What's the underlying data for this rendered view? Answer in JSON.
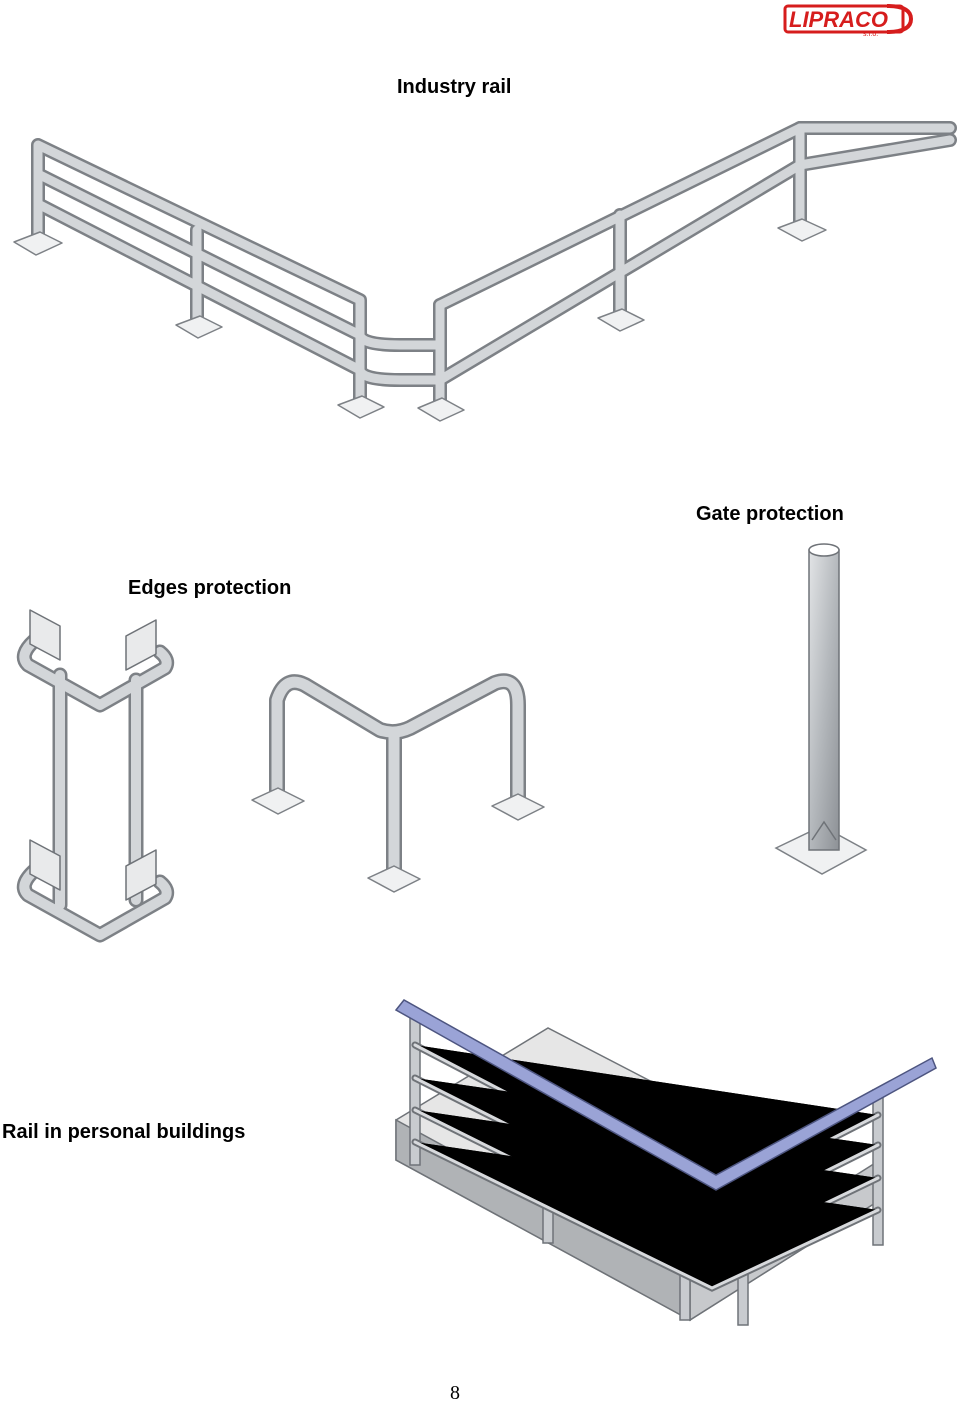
{
  "header": {
    "logo": {
      "text": "LIPRACO",
      "subtext": "s.r.o.",
      "color": "#d61d1d"
    }
  },
  "sections": {
    "industry_rail": {
      "title": "Industry rail"
    },
    "gate_protection": {
      "title": "Gate protection"
    },
    "edges_protection": {
      "title": "Edges protection"
    },
    "rail_personal_buildings": {
      "title": "Rail in personal buildings"
    }
  },
  "footer": {
    "page_number": "8"
  },
  "colors": {
    "steel": "#b9bdc1",
    "steel_dark": "#6f7378",
    "handrail": "#9aa3d6",
    "floor": "#e6e6e6"
  }
}
